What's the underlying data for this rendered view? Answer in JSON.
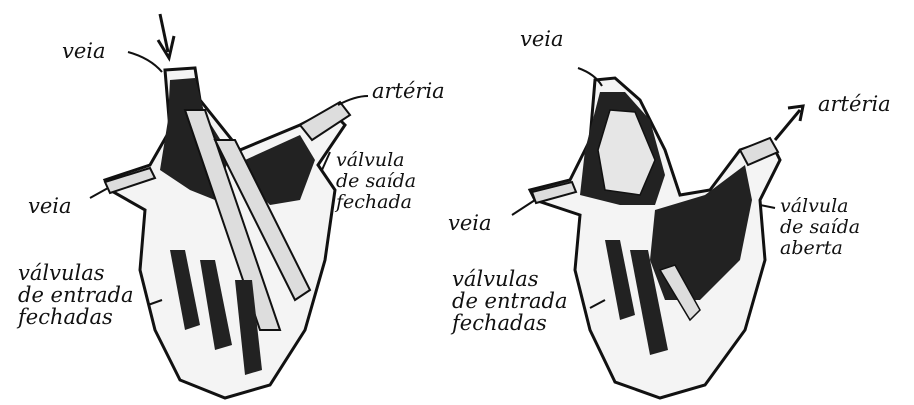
{
  "colors": {
    "ink": "#111111",
    "paper": "#ffffff",
    "fill": "#e8e8e8"
  },
  "left_heart": {
    "label_vein_top": "veia",
    "label_vein_side": "veia",
    "label_artery": "artéria",
    "label_exit_valve": [
      "válvula",
      "de saída",
      "fechada"
    ],
    "label_entry_valves": [
      "válvulas",
      "de entrada",
      "fechadas"
    ]
  },
  "right_heart": {
    "label_vein_top": "veia",
    "label_vein_side": "veia",
    "label_artery": "artéria",
    "label_exit_valve": [
      "válvula",
      "de saída",
      "aberta"
    ],
    "label_entry_valves": [
      "válvulas",
      "de entrada",
      "fechadas"
    ]
  }
}
